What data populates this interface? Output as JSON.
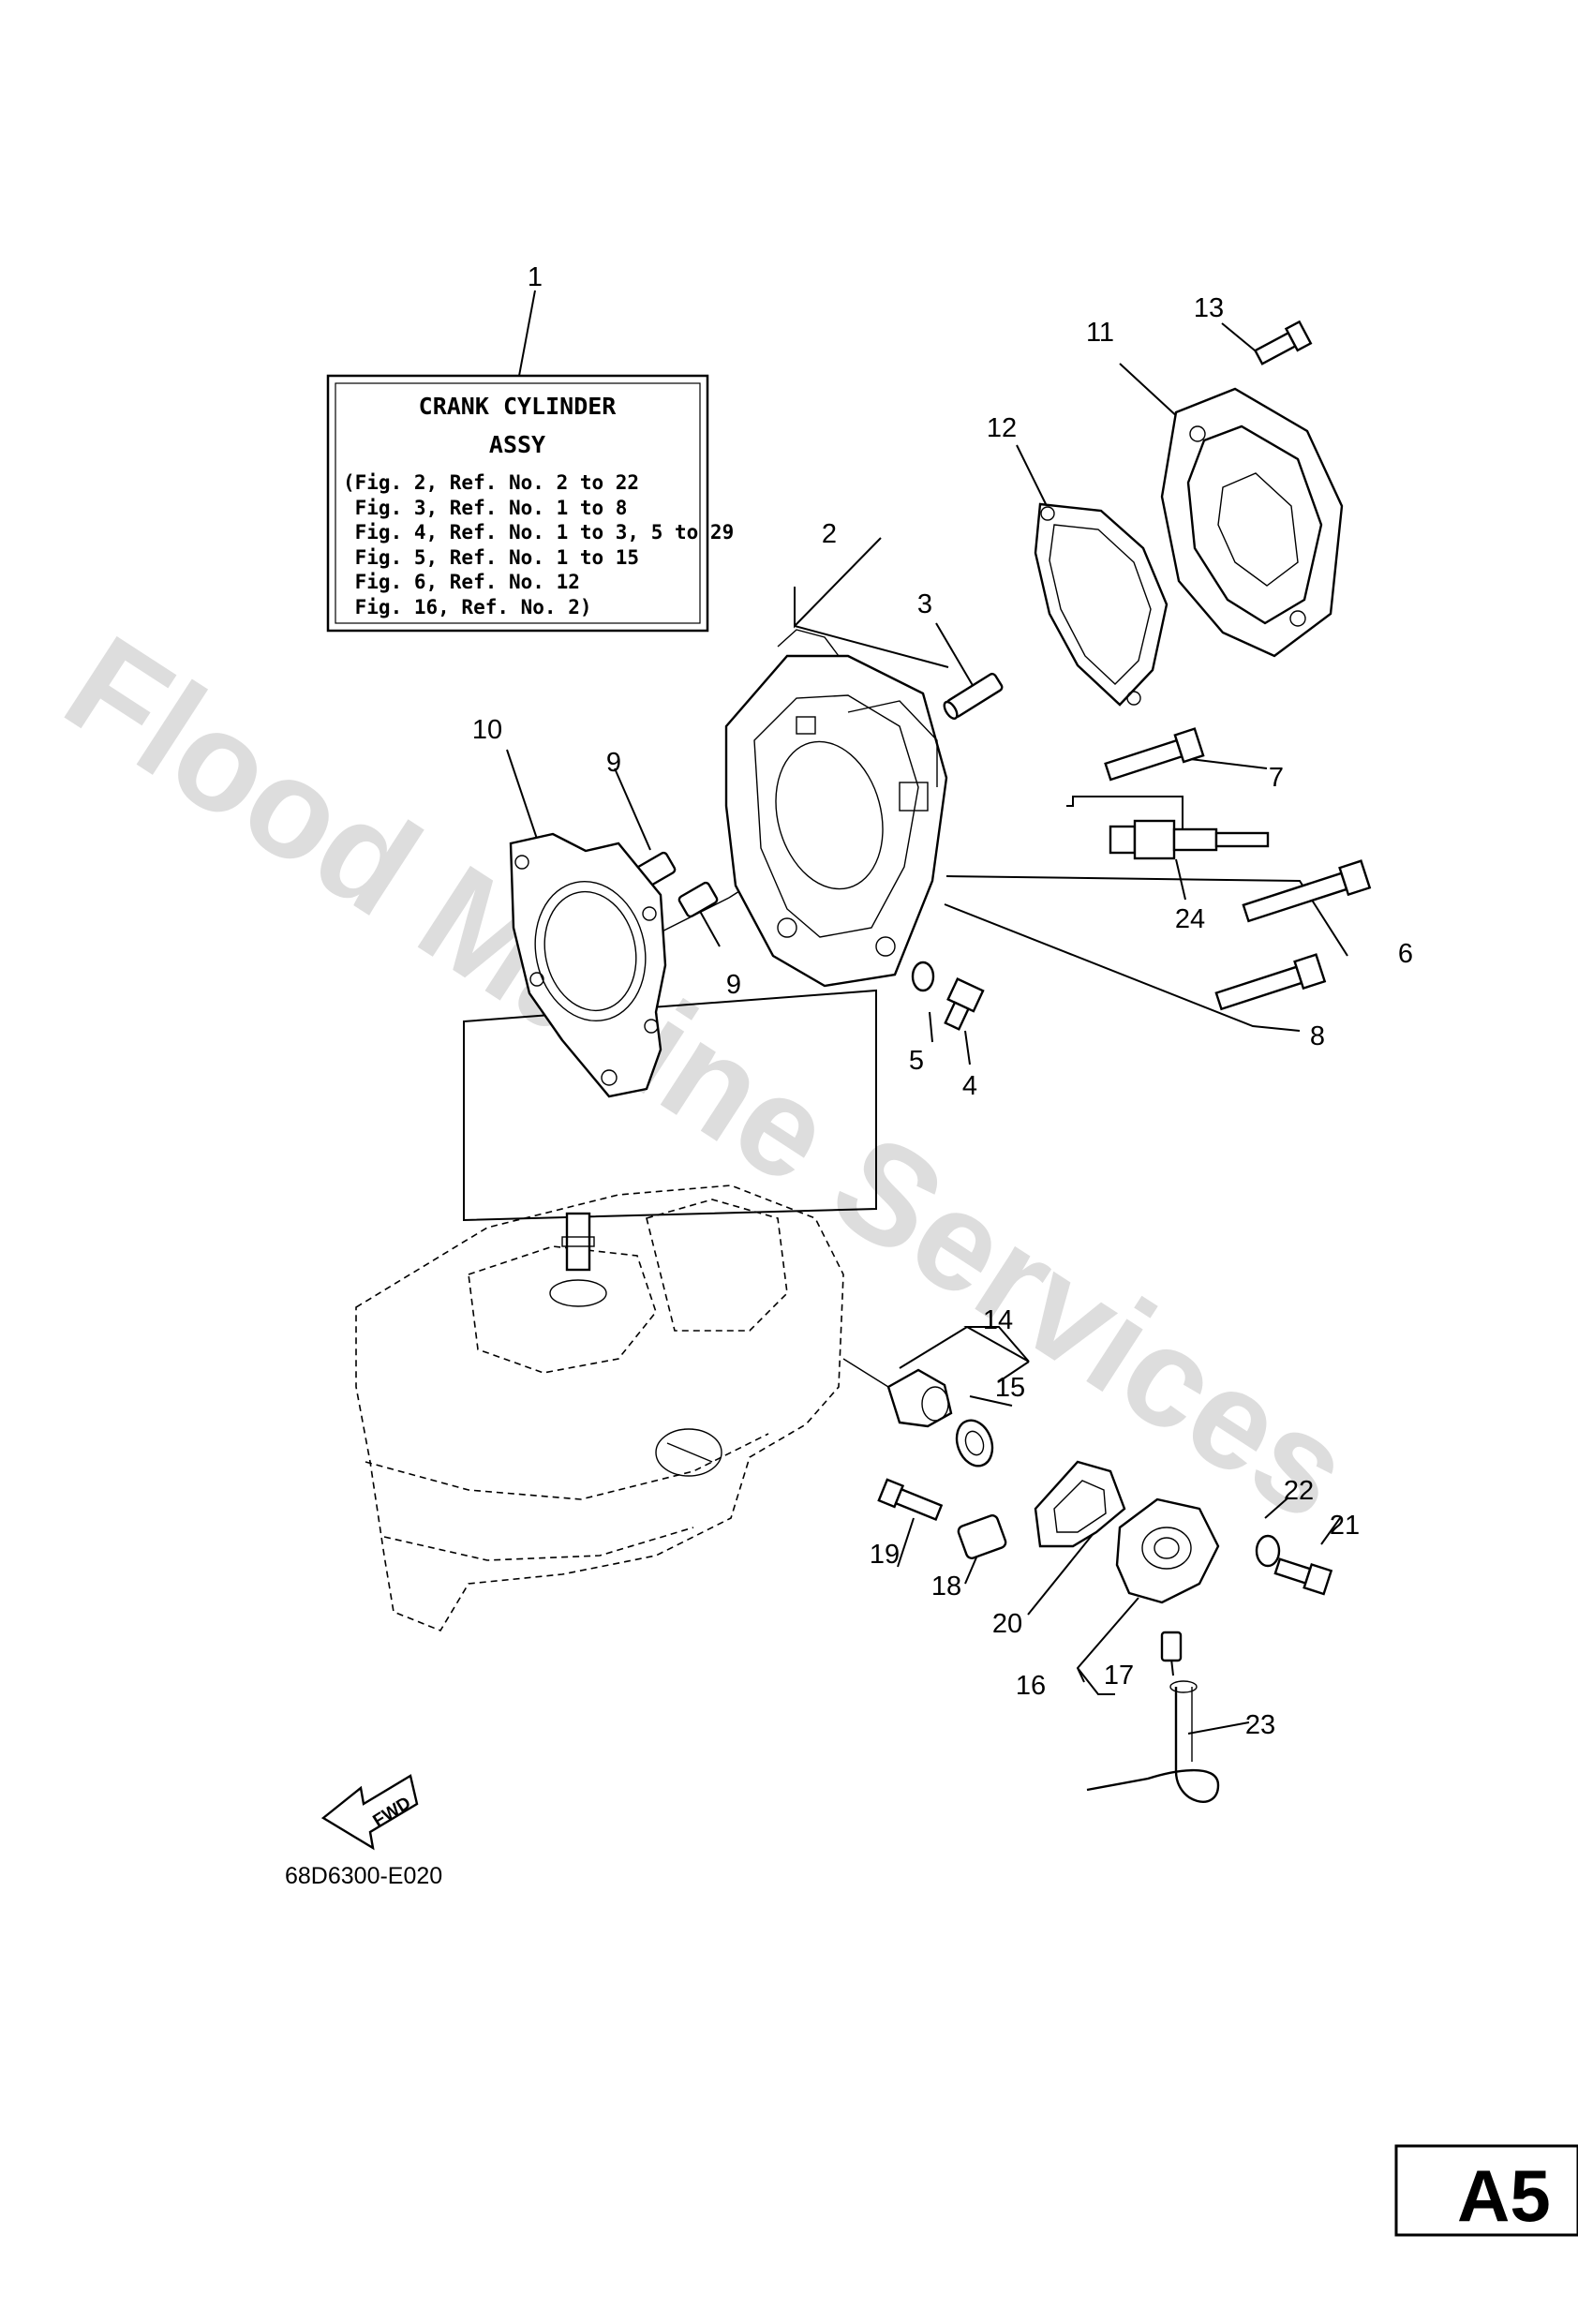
{
  "note_box": {
    "title_line1": "CRANK CYLINDER",
    "title_line2": "ASSY",
    "lines": [
      "(Fig. 2, Ref. No. 2 to 22",
      " Fig. 3, Ref. No. 1 to 8",
      " Fig. 4, Ref. No. 1 to 3, 5 to 29",
      " Fig. 5, Ref. No. 1 to 15",
      " Fig. 6, Ref. No. 12",
      " Fig. 16, Ref. No. 2)"
    ]
  },
  "callouts": {
    "c1": "1",
    "c2": "2",
    "c3": "3",
    "c4": "4",
    "c5": "5",
    "c6": "6",
    "c7": "7",
    "c8": "8",
    "c9a": "9",
    "c9b": "9",
    "c10": "10",
    "c11": "11",
    "c12": "12",
    "c13": "13",
    "c14": "14",
    "c15": "15",
    "c16": "16",
    "c17": "17",
    "c18": "18",
    "c19": "19",
    "c20": "20",
    "c21": "21",
    "c22": "22",
    "c23": "23",
    "c24": "24"
  },
  "fwd_label": "FWD",
  "doc_number": "68D6300-E020",
  "page_badge": "A5",
  "watermark": "Flood Marine Services"
}
